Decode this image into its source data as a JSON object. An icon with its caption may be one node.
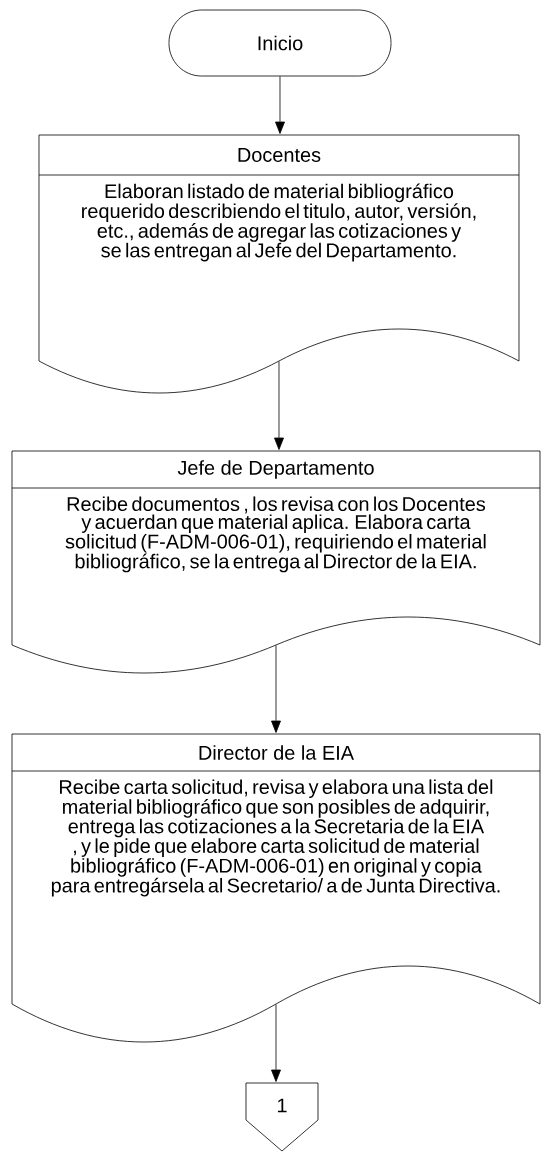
{
  "diagram": {
    "nodes": [
      {
        "text": [
          "Inicio"
        ]
      },
      {
        "text": [
          "Docentes",
          "Elaboran listado de material bibliográfico requerido describiendo el titulo, autor, versión, etc., además de agregar las cotizaciones y se las entregan al Jefe del Departamento."
        ]
      },
      {
        "text": [
          "Jefe de Departamento",
          "Recibe documentos , los revisa con los Docentes y acuerdan que material aplica. Elabora carta solicitud (F-ADM-006-01), requiriendo el material bibliográfico, se la entrega al Director de la EIA."
        ]
      },
      {
        "text": [
          "Director de la EIA",
          "Recibe carta solicitud, revisa y elabora una lista del material bibliográfico que son posibles de adquirir, entrega las cotizaciones a la Secretaria de la EIA , y le pide  que elabore carta solicitud de material bibliográfico (F-ADM-006-01) en original y copia para entregársela al Secretario/ a de Junta Directiva."
        ]
      },
      {
        "text": [
          "1"
        ]
      }
    ],
    "edges": [
      {
        "from": 0,
        "to": 1,
        "arrow": "to"
      },
      {
        "from": 1,
        "to": 2,
        "arrow": "to"
      },
      {
        "from": 2,
        "to": 3,
        "arrow": "to"
      },
      {
        "from": 3,
        "to": 4,
        "arrow": "to"
      }
    ]
  }
}
